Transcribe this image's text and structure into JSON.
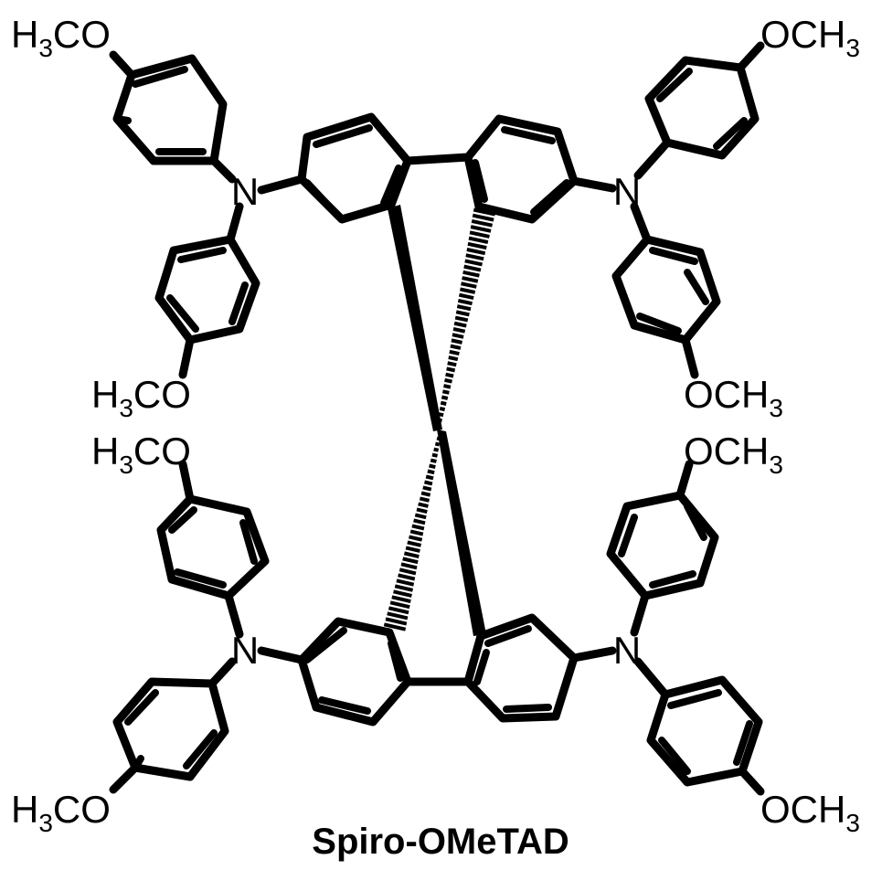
{
  "diagram": {
    "compound_name": "Spiro-OMeTAD",
    "methoxy_left": [
      "H",
      "3",
      "CO"
    ],
    "methoxy_right": [
      "OCH",
      "3"
    ],
    "nitrogen": "N"
  }
}
